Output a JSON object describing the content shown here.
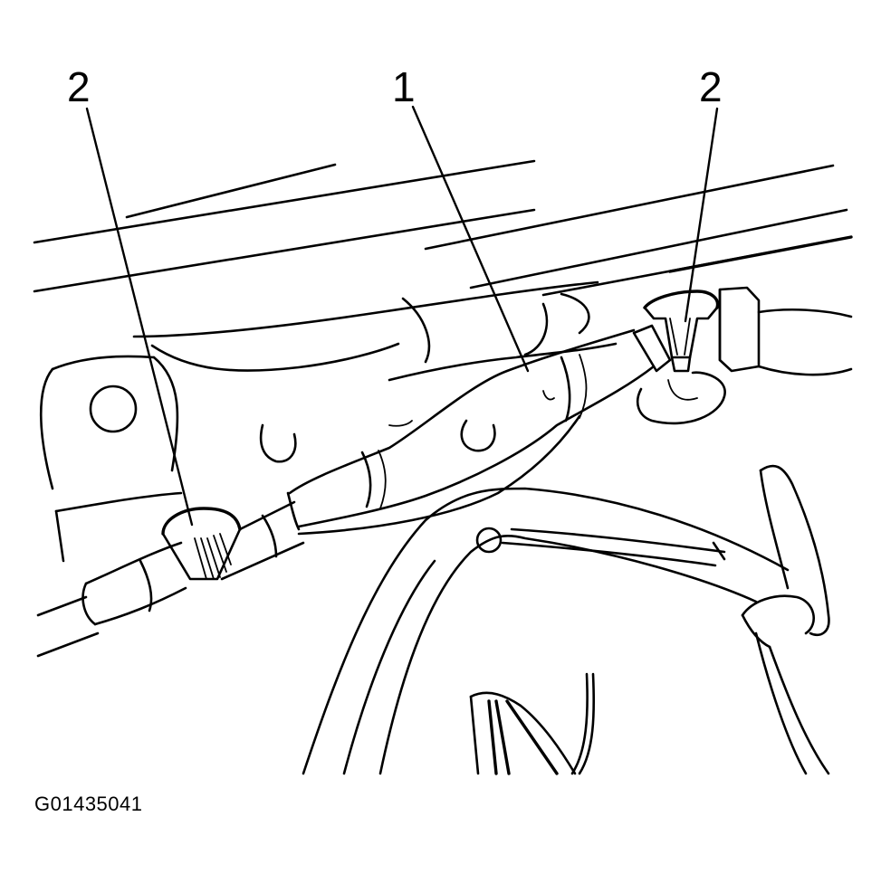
{
  "callouts": {
    "left": "2",
    "center": "1",
    "right": "2"
  },
  "figure_id": "G01435041"
}
